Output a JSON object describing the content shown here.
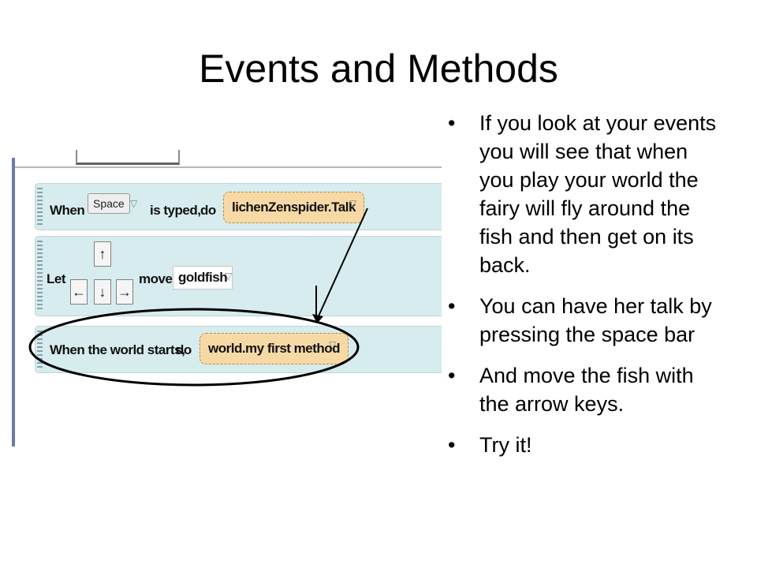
{
  "slide": {
    "title": "Events and Methods",
    "bullets": [
      "If you look at your events you will see that when you play your world the fairy will fly around the fish and then get on its back.",
      "You can have her talk by pressing the space bar",
      "And move the fish with the arrow keys.",
      "Try it!"
    ],
    "bullet_glyph": "•"
  },
  "events_panel": {
    "row1": {
      "when_label": "When",
      "key_value": "Space",
      "typed_label": "is typed,",
      "do_label": "do",
      "method_value": "lichenZenspider.Talk"
    },
    "row2": {
      "let_label": "Let",
      "move_label": "move",
      "object_value": "goldfish",
      "arrow_up": "↑",
      "arrow_left": "←",
      "arrow_down": "↓",
      "arrow_right": "→"
    },
    "row3": {
      "starts_label": "When the world starts,",
      "do_label": "do",
      "method_value": "world.my first method"
    },
    "dropdown_caret": "▽"
  },
  "annotation": {
    "color": "#000000",
    "shapes": [
      "ellipse",
      "arrow-line",
      "arrow-line"
    ]
  },
  "colors": {
    "event_row_bg": "#d6ecef",
    "method_tile_bg": "#f7d9a6",
    "panel_border": "#6d78b4"
  }
}
